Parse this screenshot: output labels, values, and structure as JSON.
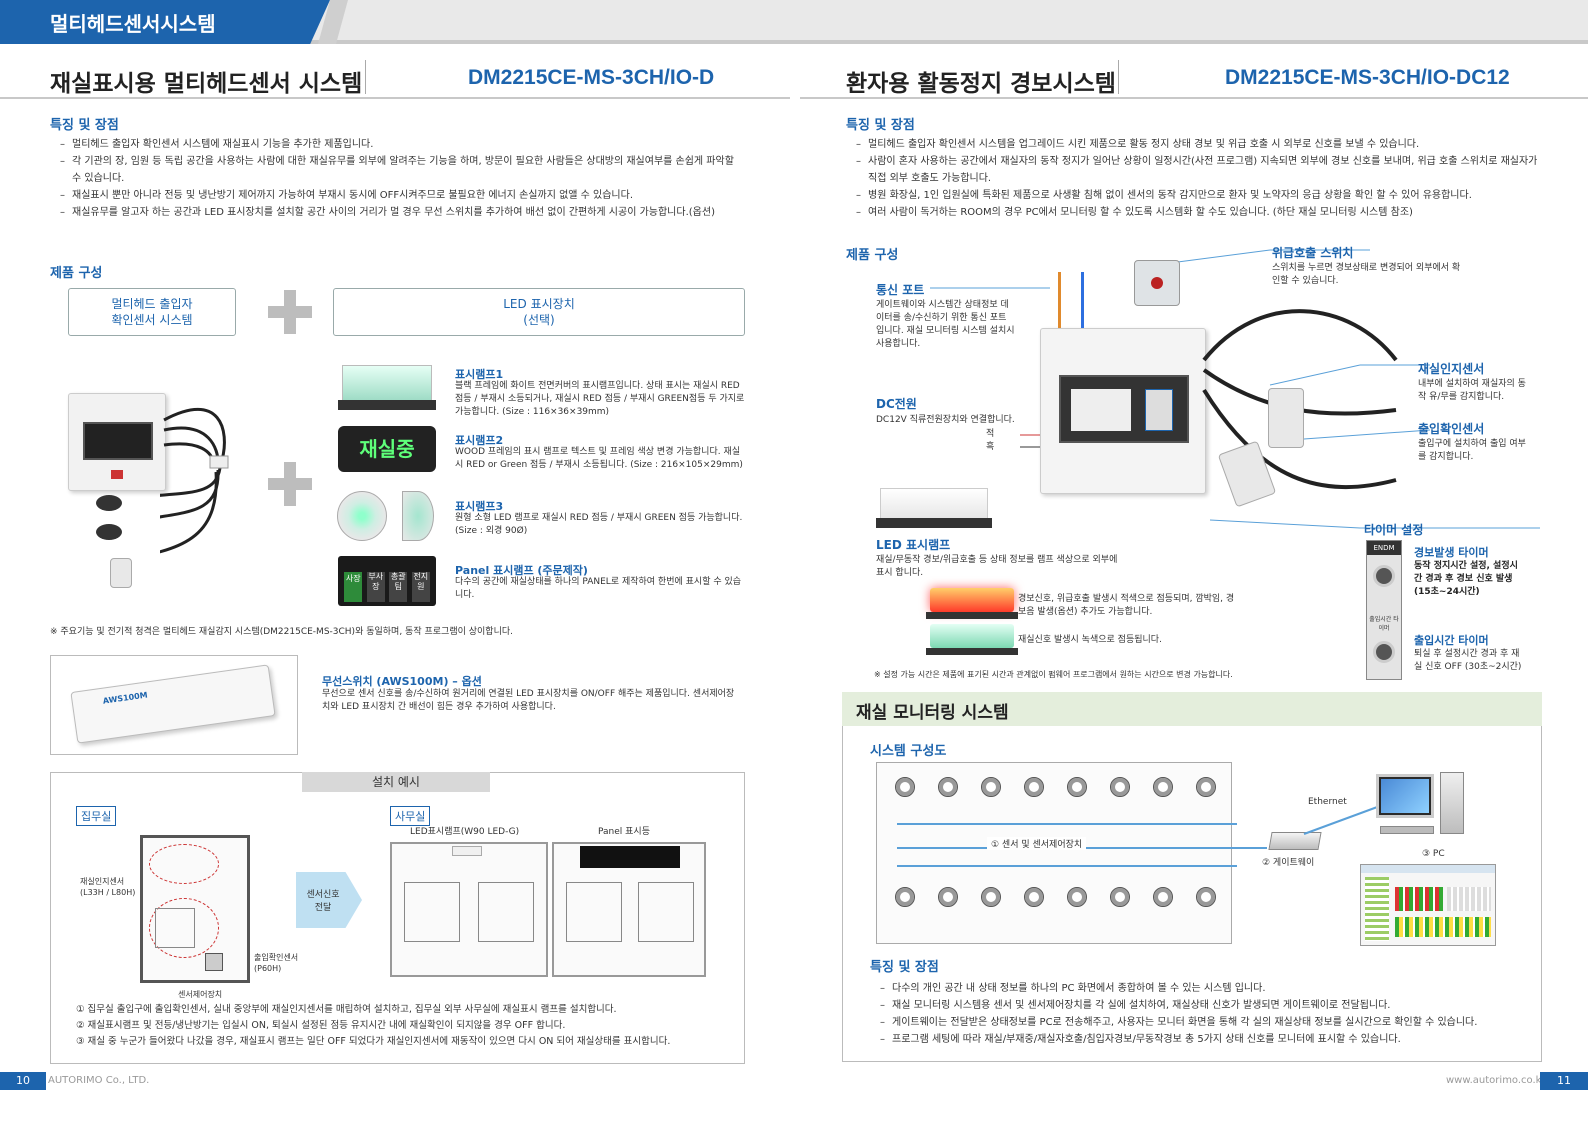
{
  "header": {
    "title": "멀티헤드센서시스템"
  },
  "left": {
    "title": "재실표시용 멀티헤드센서 시스템",
    "model": "DM2215CE-MS-3CH/IO-D",
    "features_title": "특징 및 장점",
    "features": [
      "멀티헤드 출입자 확인센서 시스템에 재실표시 기능을 추가한 제품입니다.",
      "각 기관의 장, 임원 등 독립 공간을 사용하는 사람에 대한 재실유무를 외부에 알려주는 기능을 하며, 방문이 필요한 사람들은 상대방의 재실여부를 손쉽게 파악할 수 있습니다.",
      "재실표시 뿐만 아니라 전등 및 냉난방기 제어까지 가능하여 부재시 동시에 OFF시켜주므로 불필요한 에너지 손실까지 없앨 수 있습니다.",
      "재실유무를 알고자 하는 공간과 LED 표시장치를 설치할 공간 사이의 거리가 멀 경우 무선 스위치를 추가하여 배선 없이 간편하게 시공이 가능합니다.(옵션)"
    ],
    "composition_title": "제품 구성",
    "box1": [
      "멀티헤드 출입자",
      "확인센서 시스템"
    ],
    "box2": [
      "LED 표시장치",
      "(선택)"
    ],
    "lamps": [
      {
        "title": "표시램프1",
        "desc": "블랙 프레임에 화이트 전면커버의 표시램프입니다. 상태 표시는 재실시 RED 점등 / 부재시 소등되거나, 재실시 RED 점등 / 부재시 GREEN점등 두 가지로 가능합니다. (Size : 116×36×39mm)"
      },
      {
        "title": "표시램프2",
        "desc": "WOOD 프레임의 표시 램프로 텍스트 및 프레임 색상 변경 가능합니다. 재실시 RED or Green 점등 / 부재시 소등됩니다. (Size : 216×105×29mm)"
      },
      {
        "title": "표시램프3",
        "desc": "원형 소형 LED 램프로 재실시 RED 점등 / 부재시 GREEN 점등 가능합니다. (Size : 외경 90Ø)"
      },
      {
        "title": "Panel 표시램프 (주문제작)",
        "desc": "다수의 공간에 재실상태를 하나의 PANEL로 제작하여 한번에 표시할 수 있습니다."
      }
    ],
    "lamp2_text": "재실중",
    "panel_labels": [
      "사장",
      "부사장",
      "총괄팀",
      "전지원"
    ],
    "note": "※ 주요기능 및 전기적 청격은 멀티헤드 재실감지 시스템(DM2215CE-MS-3CH)와 동일하며, 동작 프로그램이 상이합니다.",
    "wireless": {
      "title": "무선스위치 (AWS100M) – 옵션",
      "desc": "무선으로 센서 신호를 송/수신하여 원거리에 연결된 LED 표시장치를 ON/OFF 해주는 제품입니다. 센서제어장치와 LED 표시장치 간 배선이 힘든 경우 추가하여 사용합니다.",
      "device_label": "AWS100M"
    },
    "install": {
      "title": "설치 예시",
      "room1": "집무실",
      "room2": "사무실",
      "lamp_label": "LED표시램프(W90 LED-G)",
      "panel_label": "Panel 표시등",
      "sensor1": "재실인지센서",
      "sensor1_model": "(L33H / L80H)",
      "sensor2": "출입확인센서",
      "sensor2_model": "(P60H)",
      "controller": "센서제어장치",
      "arrow": [
        "센서신호",
        "전달"
      ],
      "steps": [
        "① 집무실 출입구에 출입확인센서, 실내 중앙부에 재실인지센서를 매립하여 설치하고, 집무실 외부 사무실에 재실표시 램프를 설치합니다.",
        "② 재실표시램프 및 전등/냉난방기는 입실시 ON, 퇴실시 설정된 점등 유지시간 내에 재실확인이 되지않을 경우 OFF 합니다.",
        "③ 재실 중 누군가 들어왔다 나갔을 경우, 재실표시 램프는 일단 OFF 되었다가 재실인지센서에 재동작이 있으면 다시 ON 되어 재실상태를 표시합니다."
      ]
    },
    "footer": {
      "page": "10",
      "company": "AUTORIMO Co., LTD."
    }
  },
  "right": {
    "title": "환자용 활동정지 경보시스템",
    "model": "DM2215CE-MS-3CH/IO-DC12",
    "features_title": "특징 및 장점",
    "features": [
      "멀티헤드 출입자 확인센서 시스템을 업그레이드 시킨 제품으로 활동 정지 상태 경보 및 위급 호출 시 외부로 신호를 보낼 수 있습니다.",
      "사람이 혼자 사용하는 공간에서 재실자의 동작 정지가 일어난 상황이 일정시간(사전 프로그램) 지속되면 외부에 경보 신호를 보내며, 위급 호출 스위치로 재실자가 직접 외부 호출도 가능합니다.",
      "병원 화장실, 1인 입원실에 특화된 제품으로 사생활 침해 없이 센서의 동작 감지만으로 환자 및 노약자의 응급 상황을 확인 할 수 있어 유용합니다.",
      "여러 사람이 독거하는 ROOM의 경우 PC에서 모니터링 할 수 있도록 시스템화 할 수도 있습니다. (하단 재실 모니터링 시스템 참조)"
    ],
    "composition_title": "제품 구성",
    "emergency": {
      "title": "위급호출 스위치",
      "desc": "스위치를 누르면 경보상태로 변경되어 외부에서 확인할 수 있습니다."
    },
    "comm": {
      "title": "통신 포트",
      "desc": "게이트웨이와 시스템간 상태정보 데이터를 송/수신하기 위한 통신 포트 입니다. 재실 모니터링 시스템 설치시 사용합니다."
    },
    "dc": {
      "title": "DC전원",
      "desc": "DC12V 직류전원장치와 연결합니다.",
      "red": "적",
      "black": "흑"
    },
    "presence": {
      "title": "재실인지센서",
      "desc": "내부에 설치하여 재실자의 동작 유/무를 감지합니다."
    },
    "entry": {
      "title": "출입확인센서",
      "desc": "출입구에 설치하여 출입 여부를 감지합니다."
    },
    "timer": {
      "title": "타이머 설정",
      "alarm_title": "경보발생 타이머",
      "alarm_desc": "동작 정지시간 설정, 설정시간 경과 후 경보 신호 발생 (15초~24시간)",
      "entry_title": "출입시간 타이머",
      "entry_desc": "퇴실 후 설정시간 경과 후 재실 신호 OFF (30초~2시간)",
      "dial1": "ENDM",
      "dial2": "출입시간 타이머"
    },
    "led": {
      "title": "LED 표시램프",
      "desc": "재실/무동작 경보/위급호출 등 상태 정보를 램프 색상으로 외부에 표시 합니다.",
      "red_desc": "경보신호, 위급호출 발생시 적색으로 점등되며, 깜박임, 경보음 발생(옵션) 추가도 가능합니다.",
      "green_desc": "재실신호 발생시 녹색으로 점등됩니다."
    },
    "timer_note": "※ 설정 가능 시간은 제품에 표기된 시간과 관계없이 펌웨어 프로그램에서 원하는 시간으로 변경 가능합니다.",
    "monitoring": {
      "title": "재실 모니터링 시스템",
      "diagram_title": "시스템 구성도",
      "bus_label": "① 센서 및 센서제어장치",
      "gateway": "② 게이트웨이",
      "pc": "③ PC",
      "ethernet": "Ethernet",
      "features_title": "특징 및 장점",
      "features": [
        "다수의 개인 공간 내 상태 정보를 하나의 PC 화면에서 종합하여 볼 수 있는 시스템 입니다.",
        "재실 모니터링 시스템용 센서 및 센서제어장치를 각 실에 설치하여, 재실상태 신호가 발생되면 게이트웨이로 전달됩니다.",
        "게이트웨이는 전달받은 상태정보를 PC로 전송해주고, 사용자는 모니터 화면을 통해 각 실의 재실상태 정보를 실시간으로 확인할 수 있습니다.",
        "프로그램 세팅에 따라 재실/부재중/재실자호출/침입자경보/무동작경보 총 5가지 상태 신호를 모니터에 표시할 수 있습니다."
      ]
    },
    "footer": {
      "page": "11",
      "url": "www.autorimo.co.kr"
    }
  },
  "colors": {
    "accent": "#1d64ad",
    "section_bg": "#e4eedc",
    "rule": "#c8c8c8"
  }
}
